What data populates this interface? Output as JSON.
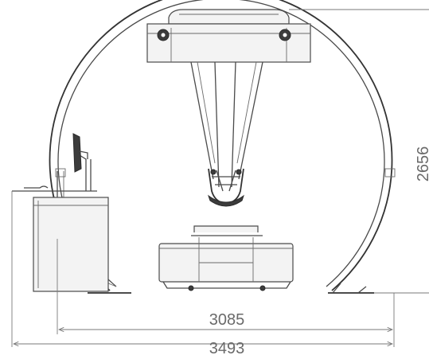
{
  "dimensions": {
    "inner_width": "3085",
    "outer_width": "3493",
    "height": "2656"
  }
}
